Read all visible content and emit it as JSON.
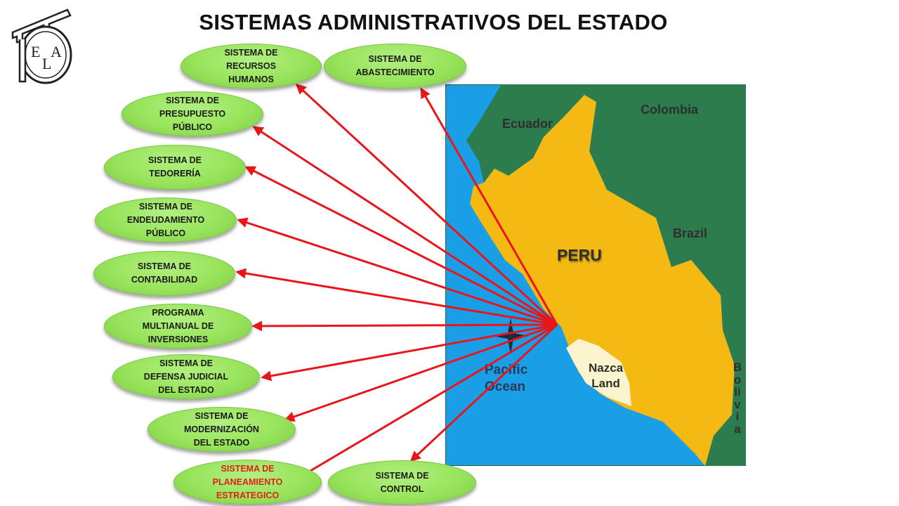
{
  "title": "SISTEMAS ADMINISTRATIVOS DEL ESTADO",
  "logo": {
    "text": "ELA"
  },
  "systems": [
    {
      "id": "rrhh",
      "label": "SISTEMA DE\nRECURSOS\nHUMANOS"
    },
    {
      "id": "abast",
      "label": "SISTEMA DE\nABASTECIMIENTO"
    },
    {
      "id": "presupuesto",
      "label": "SISTEMA DE\nPRESUPUESTO\nPÚBLICO"
    },
    {
      "id": "tesoreria",
      "label": "SISTEMA DE\nTEDORERÍA"
    },
    {
      "id": "endeudamiento",
      "label": "SISTEMA DE\nENDEUDAMIENTO\nPÚBLICO"
    },
    {
      "id": "contabilidad",
      "label": "SISTEMA DE\nCONTABILIDAD"
    },
    {
      "id": "inversiones",
      "label": "PROGRAMA\nMULTIANUAL DE\nINVERSIONES"
    },
    {
      "id": "defensa",
      "label": "SISTEMA DE\nDEFENSA JUDICIAL\nDEL ESTADO"
    },
    {
      "id": "modernizacion",
      "label": "SISTEMA DE\nMODERNIZACIÓN\nDEL ESTADO"
    },
    {
      "id": "planeamiento",
      "label": "SISTEMA DE\nPLANEAMIENTO\nESTRATEGICO"
    },
    {
      "id": "control",
      "label": "SISTEMA DE\nCONTROL"
    }
  ],
  "map": {
    "labels": {
      "ecuador": "Ecuador",
      "colombia": "Colombia",
      "brazil": "Brazil",
      "peru": "PERU",
      "pacific": "Pacific\nOcean",
      "nazca": "Nazca\nLand",
      "bolivia": "Bolivia"
    }
  },
  "colors": {
    "arrow": "#e8161b",
    "oval": "#98e45c",
    "highlight_text": "#e0201a",
    "ocean": "#1a9ee6",
    "land_other": "#2d7c4d",
    "peru": "#f5b913",
    "nazca": "#fbf4cf"
  }
}
